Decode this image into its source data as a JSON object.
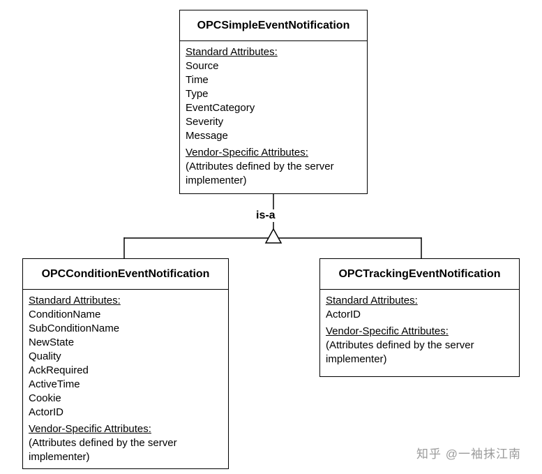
{
  "diagram": {
    "relation_label": "is-a",
    "parent": {
      "title": "OPCSimpleEventNotification",
      "lines": [
        "Standard Attributes:",
        "Source",
        "Time",
        "Type",
        "EventCategory",
        "Severity",
        "Message",
        "Vendor-Specific Attributes:",
        "(Attributes defined by the server",
        "implementer)"
      ]
    },
    "left_child": {
      "title": "OPCConditionEventNotification",
      "lines": [
        "Standard Attributes:",
        "ConditionName",
        "SubConditionName",
        "NewState",
        "Quality",
        "AckRequired",
        "ActiveTime",
        "Cookie",
        "ActorID",
        "Vendor-Specific Attributes:",
        "(Attributes defined by the server",
        "implementer)"
      ]
    },
    "right_child": {
      "title": "OPCTrackingEventNotification",
      "lines": [
        "Standard Attributes:",
        "ActorID",
        "Vendor-Specific Attributes:",
        "(Attributes defined by the server",
        "implementer)"
      ]
    }
  },
  "watermark": "知乎 @一袖抹江南",
  "colors": {
    "line": "#000000",
    "background": "#ffffff",
    "watermark_text": "#9b9b9b"
  }
}
